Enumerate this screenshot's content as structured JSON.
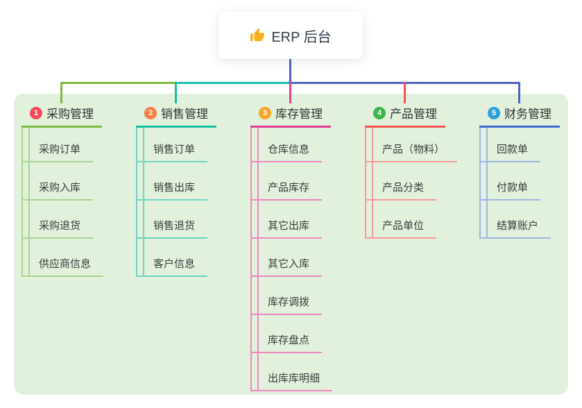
{
  "root": {
    "icon": "thumbs-up",
    "label": "ERP 后台"
  },
  "colors": {
    "panel_bg": "#e1f1dc",
    "bus": "#4e60c6",
    "thumb": "#f2b21d"
  },
  "branches": [
    {
      "index": "1",
      "label": "采购管理",
      "badge_color": "#f5495b",
      "line_color": "#7cb93f",
      "child_line_color": "#a9d494",
      "children": [
        "采购订单",
        "采购入库",
        "采购退货",
        "供应商信息"
      ]
    },
    {
      "index": "2",
      "label": "销售管理",
      "badge_color": "#f68143",
      "line_color": "#15bfa2",
      "child_line_color": "#6fd3c3",
      "children": [
        "销售订单",
        "销售出库",
        "销售退货",
        "客户信息"
      ]
    },
    {
      "index": "3",
      "label": "库存管理",
      "badge_color": "#f6a623",
      "line_color": "#e23a97",
      "child_line_color": "#ef86c0",
      "children": [
        "仓库信息",
        "产品库存",
        "其它出库",
        "其它入库",
        "库存调拨",
        "库存盘点",
        "出库库明细"
      ]
    },
    {
      "index": "4",
      "label": "产品管理",
      "badge_color": "#3bb54d",
      "line_color": "#f3544f",
      "child_line_color": "#f79a98",
      "children": [
        "产品（物料）",
        "产品分类",
        "产品单位"
      ]
    },
    {
      "index": "5",
      "label": "财务管理",
      "badge_color": "#2ea0d8",
      "line_color": "#3e6ace",
      "child_line_color": "#9eb3e5",
      "children": [
        "回款单",
        "付款单",
        "结算账户"
      ]
    }
  ]
}
